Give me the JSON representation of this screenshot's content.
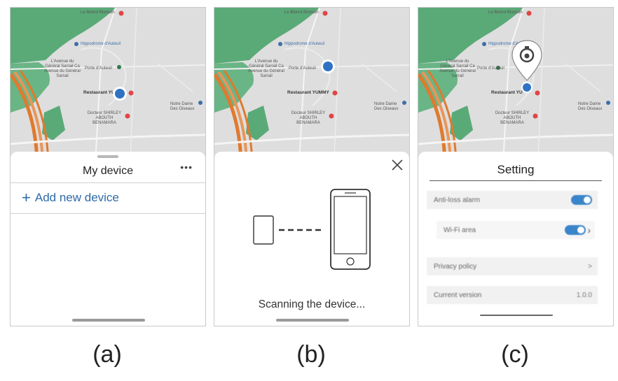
{
  "map": {
    "labels": {
      "bistrot": "Le Bistrot Bismuth",
      "hippodrome": "Hippodrome d'Auteuil",
      "avenue": "L'Avenue du Général Sarrail Ca Avenue du Général Sarrail",
      "porte": "Porte d'Auteuil",
      "restaurant": "Restaurant YUMMY",
      "restaurant_short": "Restaurant YU",
      "docteur": "Docteur SHIRLEY ABOUTH BENAMARA",
      "notre_dame": "Notre Dame Des Oiseaux"
    }
  },
  "panel_a": {
    "title": "My device",
    "more": "•••",
    "add_device": "Add new device"
  },
  "panel_b": {
    "scanning": "Scanning the device..."
  },
  "panel_c": {
    "title": "Setting",
    "rows": [
      {
        "label": "Anti-loss alarm"
      },
      {
        "label": "Wi-Fi area"
      },
      {
        "label": "Privacy policy",
        "value": ">"
      },
      {
        "label": "Current version",
        "value": "1.0.0"
      }
    ]
  },
  "captions": {
    "a": "(a)",
    "b": "(b)",
    "c": "(c)"
  },
  "colors": {
    "accent": "#2e6aa8",
    "toggle": "#3a85c9",
    "road": "#e07a2e",
    "park": "#5aaa78"
  }
}
